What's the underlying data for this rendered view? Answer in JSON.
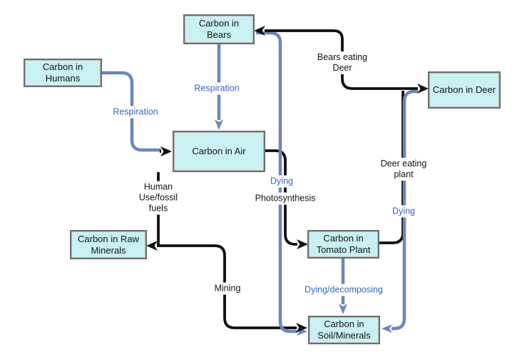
{
  "diagram_type": "concept-map",
  "topic": "Carbon cycle",
  "colors": {
    "background": "#ffffff",
    "node_fill": "#c9f1f3",
    "node_border": "#6e6e6e",
    "node_text": "#141414",
    "line_black": "#0f0f0f",
    "line_blue": "#6c86bd",
    "label_blue_text": "#3b66bb",
    "label_black_text": "#141414"
  },
  "nodes": {
    "bears": {
      "label": "Carbon in\nBears"
    },
    "humans": {
      "label": "Carbon in\nHumans"
    },
    "deer": {
      "label": "Carbon in Deer"
    },
    "air": {
      "label": "Carbon in Air"
    },
    "raw_minerals": {
      "label": "Carbon in Raw\nMinerals"
    },
    "tomato_plant": {
      "label": "Carbon in\nTomato Plant"
    },
    "soil_minerals": {
      "label": "Carbon in\nSoil/Minerals"
    }
  },
  "edge_labels": {
    "respiration_humans": {
      "label": "Respiration"
    },
    "respiration_bears": {
      "label": "Respiration"
    },
    "bears_eating_deer": {
      "label": "Bears eating\nDeer"
    },
    "dying_bears": {
      "label": "Dying"
    },
    "photosynthesis": {
      "label": "Photosynthesis"
    },
    "human_use": {
      "label": "Human\nUse/fossil\nfuels"
    },
    "deer_eating_plant": {
      "label": "Deer eating\nplant"
    },
    "dying_deer": {
      "label": "Dying"
    },
    "mining": {
      "label": "Mining"
    },
    "dying_decomposing": {
      "label": "Dying/decomposing"
    }
  },
  "edges": [
    {
      "between": [
        "deer",
        "bears"
      ],
      "label": "Bears eating Deer",
      "color": "black",
      "arrow_into": [
        "bears",
        "deer"
      ]
    },
    {
      "between": [
        "humans",
        "air"
      ],
      "label": "Respiration",
      "color": "blue",
      "arrow_into": [
        "air"
      ]
    },
    {
      "between": [
        "bears",
        "air"
      ],
      "label": "Respiration",
      "color": "blue",
      "arrow_into": [
        "air"
      ]
    },
    {
      "between": [
        "bears",
        "soil_minerals"
      ],
      "label": "Dying",
      "color": "blue",
      "arrow_into": [
        "soil_minerals"
      ]
    },
    {
      "between": [
        "air",
        "tomato_plant"
      ],
      "label": "Photosynthesis",
      "color": "black",
      "arrow_into": [
        "tomato_plant"
      ]
    },
    {
      "between": [
        "air",
        "raw_minerals"
      ],
      "label": "Human Use/fossil fuels",
      "color": "black",
      "arrow_into": [
        "raw_minerals"
      ]
    },
    {
      "between": [
        "raw_minerals",
        "soil_minerals"
      ],
      "label": "Mining",
      "color": "black",
      "arrow_into": [
        "soil_minerals"
      ]
    },
    {
      "between": [
        "tomato_plant",
        "deer"
      ],
      "label": "Deer eating plant",
      "color": "black",
      "arrow_into": [
        "deer"
      ]
    },
    {
      "between": [
        "deer",
        "soil_minerals"
      ],
      "label": "Dying",
      "color": "blue",
      "arrow_into": [
        "soil_minerals"
      ]
    },
    {
      "between": [
        "tomato_plant",
        "soil_minerals"
      ],
      "label": "Dying/decomposing",
      "color": "blue",
      "arrow_into": [
        "soil_minerals"
      ]
    }
  ]
}
